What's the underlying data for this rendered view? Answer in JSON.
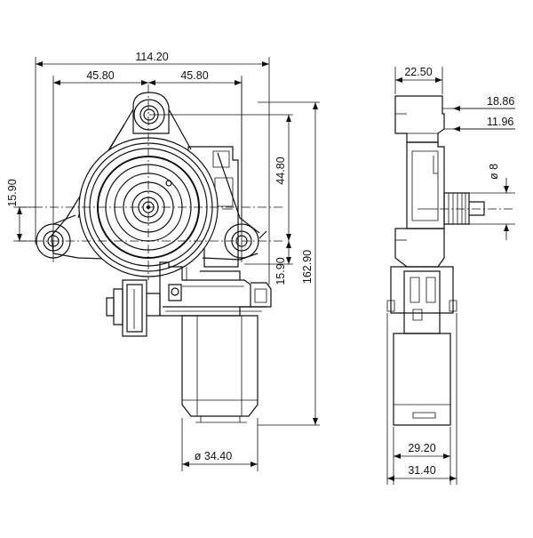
{
  "dimensions": {
    "overall_width": "114.20",
    "left_half": "45.80",
    "right_half": "45.80",
    "mount_offset_left": "15.90",
    "vertical_spacing": "44.80",
    "lower_offset": "15.90",
    "overall_height": "162.90",
    "motor_diameter": "ø 34.40",
    "side_top_width": "22.50",
    "side_offset_a": "18.86",
    "side_offset_b": "11.96",
    "shaft_diameter": "ø 8",
    "side_width_inner": "29.20",
    "side_width_outer": "31.40"
  }
}
